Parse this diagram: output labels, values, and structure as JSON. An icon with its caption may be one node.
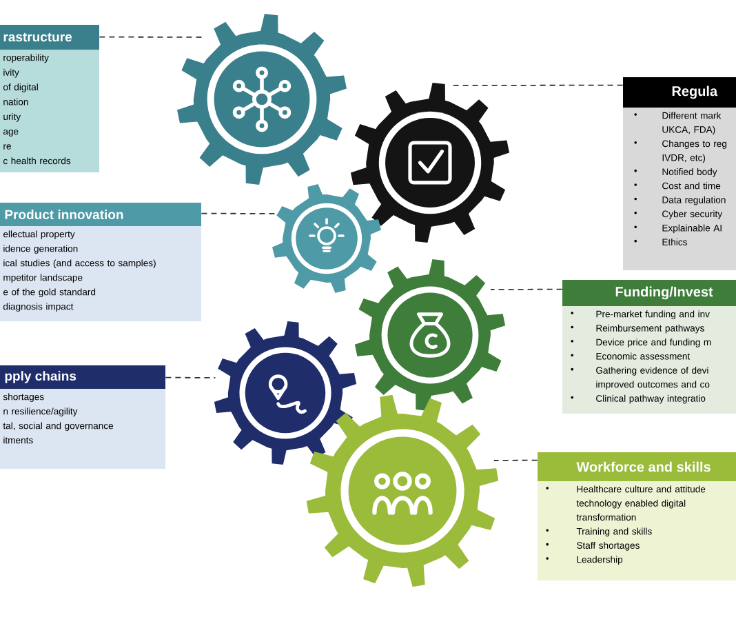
{
  "diagram": {
    "nodes": [
      {
        "text": [
          "rastructure",
          "roperability",
          "ivity",
          "of digital",
          "nation",
          "urity",
          "age",
          "re",
          "c health records"
        ]
      },
      {
        "text": [],
        "shape": "gear"
      },
      {
        "text": [],
        "shape": "gear"
      },
      {
        "text": [
          "Regula",
          "Different mark UKCA, FDA)",
          "Changes to reg IVDR, etc)",
          "Notified body",
          "Cost and time",
          "Data regulation",
          "Cyber security",
          "Explainable AI",
          "Ethics"
        ]
      },
      {
        "text": [
          "Product innovation",
          "ellectual property",
          "idence generation",
          "ical studies (and access to samples)",
          "mpetitor landscape",
          "e of the gold standard",
          "diagnosis impact"
        ]
      },
      {
        "text": [],
        "shape": "gear"
      },
      {
        "text": [],
        "shape": "gear"
      },
      {
        "text": [
          "Funding/Invest",
          "Pre-market funding and inv",
          "Reimbursement pathways",
          "Device price and funding m",
          "Economic assessment",
          "Gathering evidence of devi improved outcomes and co",
          "Clinical pathway integratio"
        ]
      },
      {
        "text": [
          "pply chains",
          "shortages",
          "n resilience/agility",
          "tal, social and governance itments"
        ]
      },
      {
        "text": [],
        "shape": "gear"
      },
      {
        "text": [],
        "shape": "gear"
      },
      {
        "text": [
          "Workforce and skills",
          "Healthcare culture and attitude technology enabled digital transformation",
          "Training and skills",
          "Staff shortages",
          "Leadership"
        ]
      }
    ],
    "edges": [
      {
        "from": 0,
        "to": 1,
        "arrow": "none",
        "style": "dashed"
      },
      {
        "from": 3,
        "to": 2,
        "arrow": "none",
        "style": "dashed"
      },
      {
        "from": 4,
        "to": 5,
        "arrow": "none",
        "style": "dashed"
      },
      {
        "from": 7,
        "to": 6,
        "arrow": "none",
        "style": "dashed"
      },
      {
        "from": 8,
        "to": 9,
        "arrow": "none",
        "style": "dashed"
      },
      {
        "from": 11,
        "to": 10,
        "arrow": "none",
        "style": "dashed"
      }
    ]
  }
}
